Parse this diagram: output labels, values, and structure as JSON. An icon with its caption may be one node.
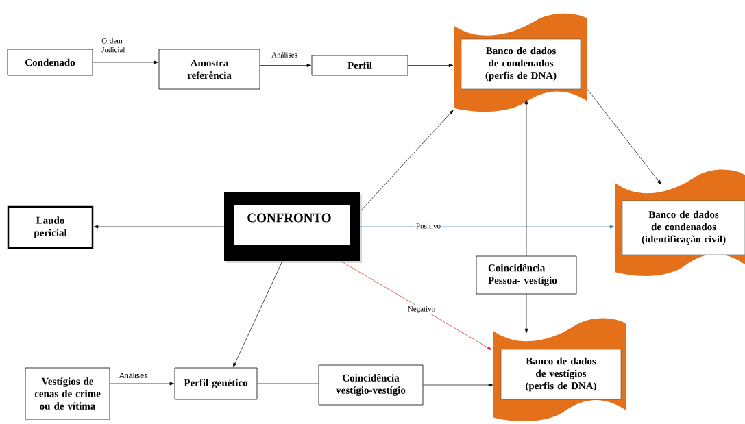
{
  "diagram": {
    "nodes": [
      {
        "text": [
          "Condenado"
        ]
      },
      {
        "text": [
          "Amostra referência"
        ]
      },
      {
        "text": [
          "Perfil"
        ]
      },
      {
        "text": [
          "Banco de dados de condenados (perfis de DNA)"
        ]
      },
      {
        "text": [
          "Banco de dados de condenados (identificação civil)"
        ]
      },
      {
        "text": [
          "Laudo pericial"
        ]
      },
      {
        "text": [
          "CONFRONTO"
        ]
      },
      {
        "text": [
          "Coincidência Pessoa- vestígio"
        ]
      },
      {
        "text": [
          "Banco de dados de vestígios (perfis de DNA)"
        ]
      },
      {
        "text": [
          "Vestígios de cenas de crime ou de vítima"
        ]
      },
      {
        "text": [
          "Perfil genético"
        ]
      },
      {
        "text": [
          "Coincidência vestígio-vestígio"
        ]
      }
    ],
    "edges": [
      {
        "from": 0,
        "to": 1,
        "arrow": "to",
        "label": "Ordem Judicial"
      },
      {
        "from": 1,
        "to": 2,
        "arrow": "to",
        "label": "Análises"
      },
      {
        "from": 2,
        "to": 3,
        "arrow": "to"
      },
      {
        "from": 6,
        "to": 3,
        "arrow": "to"
      },
      {
        "from": 3,
        "to": 4,
        "arrow": "to"
      },
      {
        "from": 6,
        "to": 4,
        "arrow": "to",
        "label": "Positivo",
        "color": "#2e75b6"
      },
      {
        "from": 7,
        "to": 3,
        "arrow": "to"
      },
      {
        "from": 6,
        "to": 5,
        "arrow": "to"
      },
      {
        "from": 6,
        "to": 8,
        "arrow": "to",
        "label": "Negativo",
        "color": "#e02020"
      },
      {
        "from": 7,
        "to": 8,
        "arrow": "to"
      },
      {
        "from": 6,
        "to": 10,
        "arrow": "to"
      },
      {
        "from": 9,
        "to": 10,
        "arrow": "to",
        "label": "Análises"
      },
      {
        "from": 10,
        "to": 11,
        "arrow": "none"
      },
      {
        "from": 11,
        "to": 8,
        "arrow": "to"
      }
    ]
  }
}
